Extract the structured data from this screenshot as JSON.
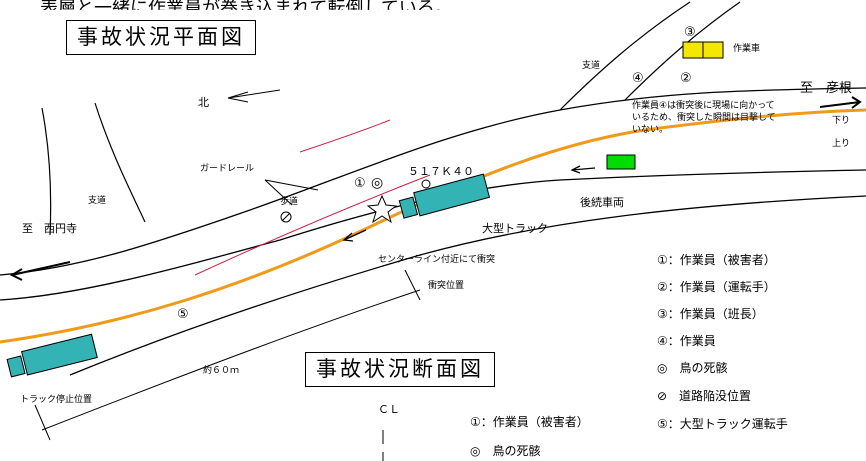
{
  "header_partial": "表層と一緒に作業員が巻き込まれて転倒している。",
  "plan_title": "事故状況平面図",
  "section_title": "事故状況断面図",
  "labels": {
    "north": "北",
    "to_hikone": "至　彦根",
    "to_seienji": "至　西円寺",
    "side_road_top": "支道",
    "side_road_left": "支道",
    "work_vehicle": "作業車",
    "guardrail": "ガードレール",
    "sidewalk": "歩道",
    "km_post": "５１７Ｋ４０",
    "following_vehicle": "後続車両",
    "large_truck": "大型トラック",
    "centerline_collision": "センターライン付近にて衝突",
    "collision_position": "衝突位置",
    "approx_60m": "約６０ｍ",
    "truck_stop_position": "トラック停止位置",
    "down_lane": "下り",
    "up_lane": "上り",
    "cl": "ＣＬ",
    "worker4_note": [
      "作業員④は衝突後に現場に向かって",
      "いるため、衝突した瞬間は目撃して",
      "いない。"
    ]
  },
  "markers": {
    "m1": "①",
    "m2": "②",
    "m3": "③",
    "m4": "④",
    "m5": "⑤",
    "bird": "◎"
  },
  "legend": [
    "①：作業員（被害者）",
    "②：作業員（運転手）",
    "③：作業員（班長）",
    "④：作業員",
    "◎　鳥の死骸",
    "⊘　道路陥没位置",
    "⑤：大型トラック運転手"
  ],
  "section_legend": [
    "①：作業員（被害者）",
    "◎　鳥の死骸"
  ],
  "colors": {
    "truck": "#33b3b3",
    "work_vehicle": "#f5e800",
    "following_vehicle": "#00dd00",
    "trajectory": "#f09a1a",
    "guardrail": "#cc2244"
  }
}
